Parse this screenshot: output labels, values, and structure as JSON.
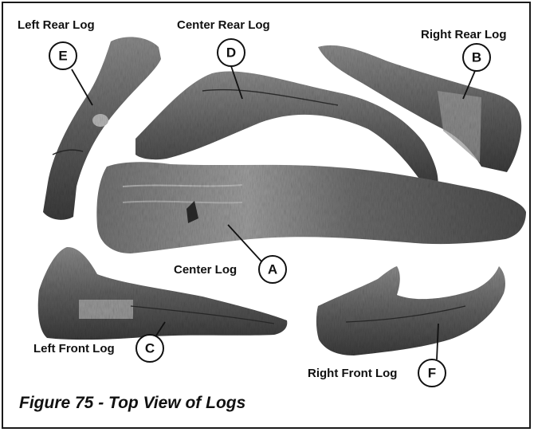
{
  "figure": {
    "caption": "Figure 75 - Top View of Logs",
    "logs": [
      {
        "key": "E",
        "name": "Left Rear Log"
      },
      {
        "key": "D",
        "name": "Center Rear Log"
      },
      {
        "key": "B",
        "name": "Right Rear Log"
      },
      {
        "key": "A",
        "name": "Center Log"
      },
      {
        "key": "C",
        "name": "Left Front Log"
      },
      {
        "key": "F",
        "name": "Right Front Log"
      }
    ]
  },
  "colors": {
    "bark_dark": "#3d3d3d",
    "bark_mid": "#6a6a6a",
    "bark_light": "#a4a4a4",
    "border": "#1a1a1a"
  }
}
